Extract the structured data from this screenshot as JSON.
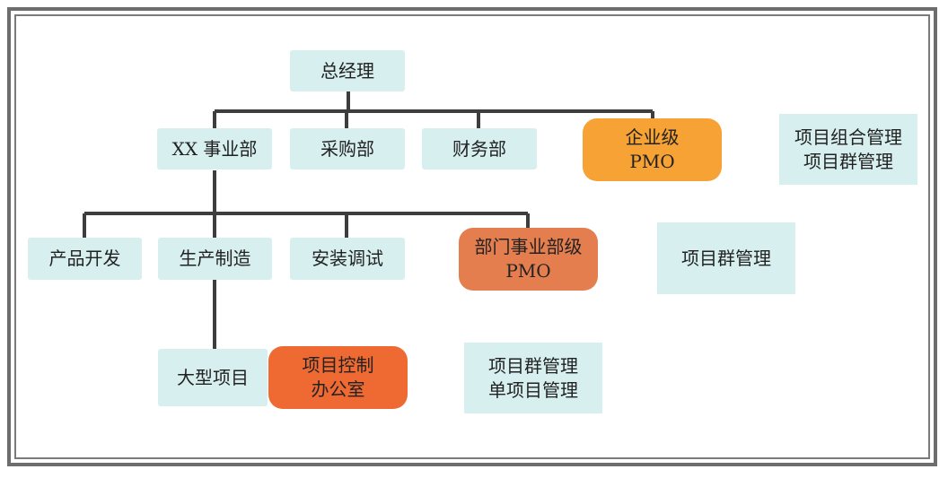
{
  "nodes": {
    "general_manager": "总经理",
    "xx_division": "XX 事业部",
    "procurement": "采购部",
    "finance": "财务部",
    "enterprise_pmo": [
      "企业级",
      "PMO"
    ],
    "product_dev": "产品开发",
    "manufacturing": "生产制造",
    "installation": "安装调试",
    "dept_pmo": [
      "部门事业部级",
      "PMO"
    ],
    "large_project": "大型项目",
    "project_control_office": [
      "项目控制",
      "办公室"
    ]
  },
  "annotations": {
    "enterprise_level": [
      "项目组合管理",
      "项目群管理"
    ],
    "department_level": [
      "项目群管理"
    ],
    "project_level": [
      "项目群管理",
      "单项目管理"
    ]
  },
  "colors": {
    "box_fill": "#d7efef",
    "enterprise_pmo_fill": "#f7a234",
    "dept_pmo_fill": "#e57e4f",
    "project_office_fill": "#ef6a32",
    "connector": "#3d3d3d",
    "frame": "#6d6d6d"
  }
}
